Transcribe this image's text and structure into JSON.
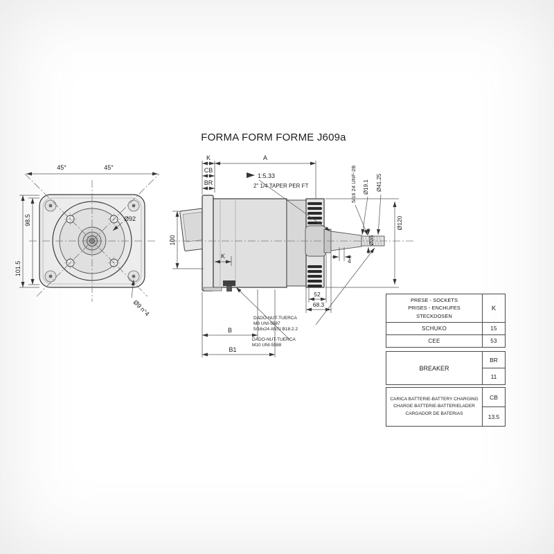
{
  "page": {
    "title": "FORMA FORM FORME J609a"
  },
  "front_view": {
    "angle_left": "45°",
    "angle_right": "45°",
    "height_upper": "98.5",
    "height_total": "101.5",
    "flange_dia": "Ø92",
    "holes_note": "Ø9 n°4"
  },
  "side_view": {
    "k": "K",
    "a": "A",
    "cb": "CB",
    "br": "BR",
    "taper_ratio": "1:5.33",
    "taper_note": "2\" 1/4 TAPER PER FT",
    "thread_note": "5/16 24 UNF-2B",
    "dia_19_1": "Ø19.1",
    "dia_41_25": "Ø41.25",
    "dia_35": "Ø35",
    "dia_120": "Ø120",
    "height_100": "100",
    "k_inner": "K",
    "dim_4": "4",
    "dim_52": "52",
    "dim_68_3": "68.3",
    "dim_b": "B",
    "dim_b1": "B1",
    "nut1_line1": "DADO-NUT-TUERCA",
    "nut1_line2": "M8 UNI-5587",
    "nut1_line3": "5/16x24 ANSI B18.2.2",
    "nut2_line1": "DADO-NUT-TUERCA",
    "nut2_line2": "M10 UNI-5588"
  },
  "table": {
    "sockets": {
      "header_l1": "PRESE - SOCKETS",
      "header_l2": "PRISES - ENCHUFES",
      "header_l3": "STECKDOSEN",
      "col": "K",
      "rows": [
        {
          "label": "SCHUKO",
          "value": "15"
        },
        {
          "label": "CEE",
          "value": "53"
        }
      ]
    },
    "breaker": {
      "label": "BREAKER",
      "code": "BR",
      "value": "11"
    },
    "battery": {
      "line1": "CARICA BATTERIE-BATTERY CHARGING",
      "line2": "CHARGE BATTERIE-BATTERIELADER",
      "line3": "CARGADOR DE BATERIAS",
      "code": "CB",
      "value": "13.5"
    }
  }
}
